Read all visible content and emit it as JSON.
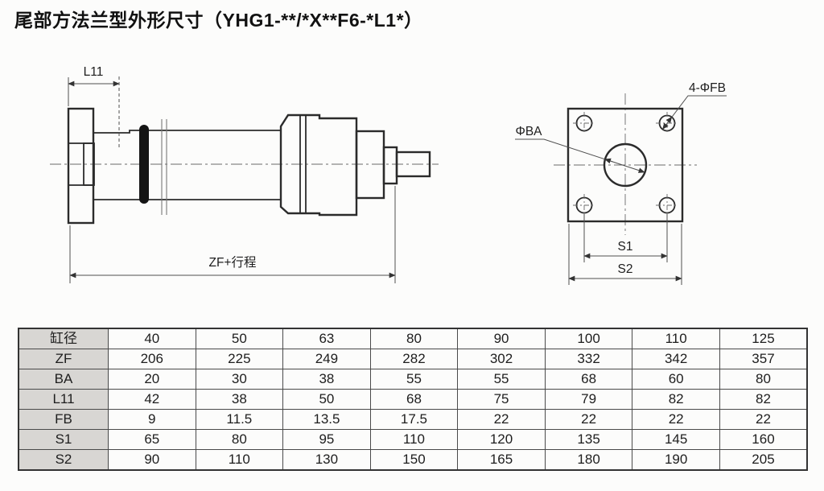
{
  "page": {
    "title": "尾部方法兰型外形尺寸（YHG1-**/*X**F6-*L1*）"
  },
  "drawing": {
    "side_view": {
      "dim_l11": "L11",
      "dim_zf_plus_stroke": "ZF+行程"
    },
    "front_view": {
      "label_bore_circle": "ΦBA",
      "label_bolt_holes": "4-ΦFB",
      "dim_s1": "S1",
      "dim_s2": "S2"
    }
  },
  "table": {
    "rows": [
      {
        "label": "缸径",
        "values": [
          "40",
          "50",
          "63",
          "80",
          "90",
          "100",
          "110",
          "125"
        ]
      },
      {
        "label": "ZF",
        "values": [
          "206",
          "225",
          "249",
          "282",
          "302",
          "332",
          "342",
          "357"
        ]
      },
      {
        "label": "BA",
        "values": [
          "20",
          "30",
          "38",
          "55",
          "55",
          "68",
          "60",
          "80"
        ]
      },
      {
        "label": "L11",
        "values": [
          "42",
          "38",
          "50",
          "68",
          "75",
          "79",
          "82",
          "82"
        ]
      },
      {
        "label": "FB",
        "values": [
          "9",
          "11.5",
          "13.5",
          "17.5",
          "22",
          "22",
          "22",
          "22"
        ]
      },
      {
        "label": "S1",
        "values": [
          "65",
          "80",
          "95",
          "110",
          "120",
          "135",
          "145",
          "160"
        ]
      },
      {
        "label": "S2",
        "values": [
          "90",
          "110",
          "130",
          "150",
          "165",
          "180",
          "190",
          "205"
        ]
      }
    ]
  }
}
